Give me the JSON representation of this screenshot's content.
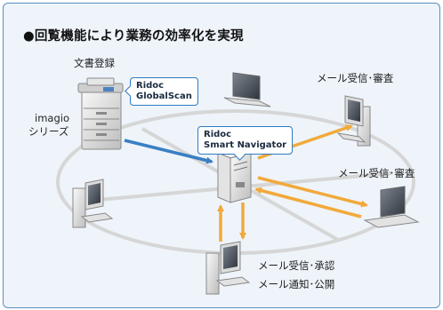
{
  "title": "●回覧機能により業務の効率化を実現",
  "labels": {
    "registration": "文書登録",
    "device_line1": "imagio",
    "device_line2": "シリーズ",
    "pc_top_right": "メール受信･審査",
    "pc_right": "メール受信･審査",
    "pc_bottom_line1": "メール受信･承認",
    "pc_bottom_line2": "メール通知･公開"
  },
  "callouts": {
    "globalscan_line1": "Ridoc",
    "globalscan_line2": "GlobalScan",
    "navigator_line1": "Ridoc",
    "navigator_line2": "Smart Navigator"
  },
  "colors": {
    "frame_border": "#5a8fc5",
    "background": "#eef4fa",
    "ring": "#d6d6d6",
    "arrow_blue": "#3a7fc4",
    "arrow_orange": "#f2a93b"
  }
}
